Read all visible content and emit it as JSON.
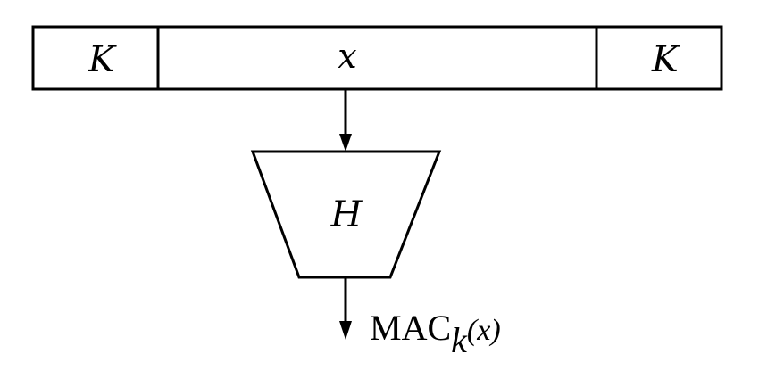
{
  "diagram": {
    "key_left": "K",
    "message": "x",
    "key_right": "K",
    "hash_function": "H",
    "output": {
      "prefix": "MAC",
      "subscript": "k",
      "argument": "(x)"
    }
  }
}
